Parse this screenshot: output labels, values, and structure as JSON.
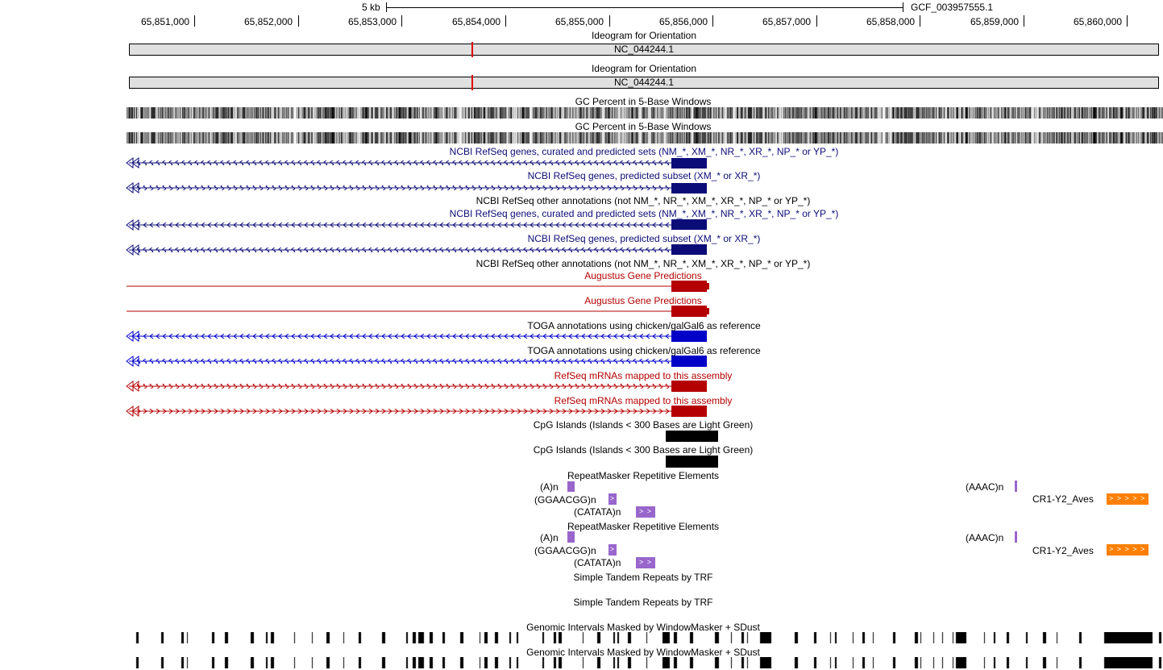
{
  "ruler": {
    "scale_label": "5 kb",
    "assembly": "GCF_003957555.1",
    "positions": [
      "65,851,000",
      "65,852,000",
      "65,853,000",
      "65,854,000",
      "65,855,000",
      "65,856,000",
      "65,857,000",
      "65,858,000",
      "65,859,000",
      "65,860,000"
    ]
  },
  "tracks": {
    "ideogram": {
      "title": "Ideogram for Orientation",
      "chrom": "NC_044244.1",
      "highlight_color": "#e00000"
    },
    "gc": {
      "title": "GC Percent in 5-Base Windows"
    },
    "refseq_curated": {
      "title": "NCBI RefSeq genes, curated and predicted sets (NM_*, XM_*, NR_*, XR_*, NP_* or YP_*)",
      "color": "#0c0c78"
    },
    "refseq_predicted": {
      "title": "NCBI RefSeq genes, predicted subset (XM_* or XR_*)",
      "color": "#0c0c78"
    },
    "refseq_other": {
      "title": "NCBI RefSeq other annotations (not NM_*, NR_*, XM_*, XR_*, NP_* or YP_*)"
    },
    "augustus": {
      "title": "Augustus Gene Predictions",
      "color": "#b40000"
    },
    "toga": {
      "title": "TOGA annotations using chicken/galGal6 as reference",
      "color": "#0000c8"
    },
    "refseq_mrna": {
      "title": "RefSeq mRNAs mapped to this assembly",
      "color": "#b40000"
    },
    "cpg": {
      "title": "CpG Islands (Islands < 300 Bases are Light Green)"
    },
    "repeatmasker": {
      "title": "RepeatMasker Repetitive Elements",
      "items": {
        "a_n": "(A)n",
        "ggaacgg": "(GGAACGG)n",
        "catata": "(CATATA)n",
        "aaac": "(AAAC)n",
        "cr1": "CR1-Y2_Aves"
      },
      "arrow_single": ">",
      "arrow_triple": "> > >",
      "arrow_many": "> > > > > >",
      "color_simple": "#9966cc",
      "color_line": "#ff8000"
    },
    "trf": {
      "title": "Simple Tandem Repeats by TRF"
    },
    "windowmasker": {
      "title": "Genomic Intervals Masked by WindowMasker + SDust"
    }
  }
}
